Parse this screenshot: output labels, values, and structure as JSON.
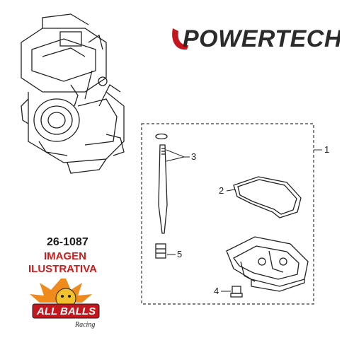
{
  "brand": {
    "name": "POWERTECH"
  },
  "product": {
    "part_number": "26-1087",
    "caption_line1": "IMAGEN",
    "caption_line2": "ILUSTRATIVA"
  },
  "logo": {
    "name": "ALL BALLS",
    "sub": "Racing"
  },
  "callouts": [
    "1",
    "2",
    "3",
    "4",
    "5"
  ],
  "colors": {
    "caption_red": "#d11a1a",
    "ink": "#222222",
    "brand_red": "#c4161c"
  }
}
